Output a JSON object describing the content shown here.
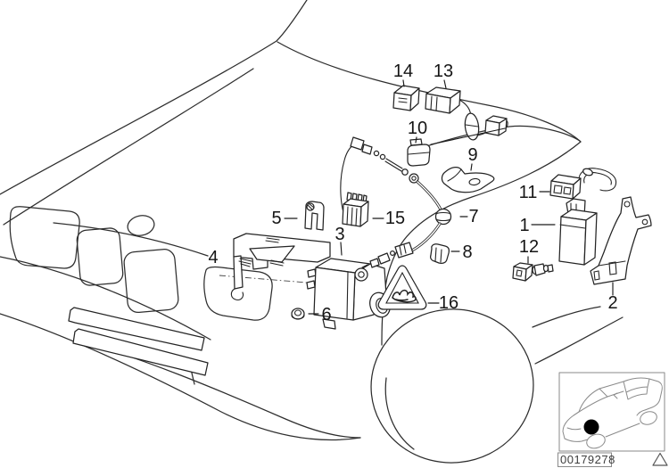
{
  "diagram": {
    "callouts": {
      "c1": "1",
      "c2": "2",
      "c3": "3",
      "c4": "4",
      "c5": "5",
      "c6": "6",
      "c7": "7",
      "c8": "8",
      "c9": "9",
      "c10": "10",
      "c11": "11",
      "c12": "12",
      "c13": "13",
      "c14": "14",
      "c15": "15",
      "c16": "16"
    },
    "footer": {
      "part_id": "00179278"
    },
    "colors": {
      "line": "#2e2e2e",
      "label": "#151515",
      "footer_line": "#8a8a8a",
      "marker_dot": "#000000"
    }
  }
}
